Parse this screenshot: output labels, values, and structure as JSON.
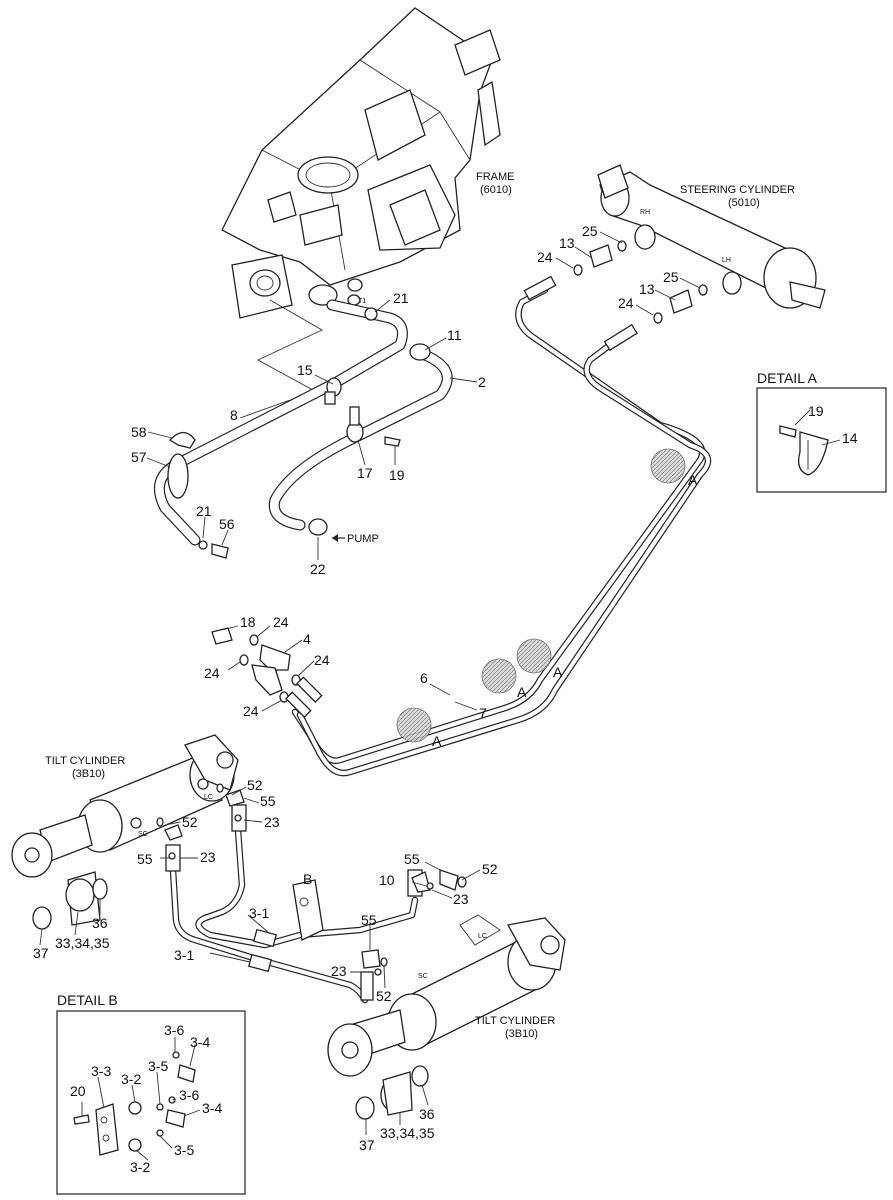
{
  "titles": {
    "frame": "FRAME",
    "frame_code": "(6010)",
    "steering": "STEERING CYLINDER",
    "steering_code": "(5010)",
    "tilt_upper": "TILT CYLINDER",
    "tilt_upper_code": "(3B10)",
    "tilt_lower": "TILT CYLINDER",
    "tilt_lower_code": "(3B10)",
    "detail_a": "DETAIL A",
    "detail_b": "DETAIL B",
    "pump": "PUMP"
  },
  "port_labels": {
    "t1": "T1",
    "rh": "RH",
    "lh": "LH",
    "lc_upper": "LC",
    "sc_upper": "SC",
    "lc_lower": "LC",
    "sc_lower": "SC"
  },
  "detail_marks": {
    "a1": "A",
    "a2": "A",
    "a3": "A",
    "a4": "A",
    "b": "B"
  },
  "callouts": {
    "c21a": "21",
    "c11": "11",
    "c2": "2",
    "c15": "15",
    "c8": "8",
    "c58": "58",
    "c57": "57",
    "c17": "17",
    "c19a": "19",
    "c21b": "21",
    "c56": "56",
    "c22": "22",
    "c13a": "13",
    "c25a": "25",
    "c24a": "24",
    "c25b": "25",
    "c13b": "13",
    "c24b": "24",
    "c19b": "19",
    "c14": "14",
    "c18": "18",
    "c24c": "24",
    "c4": "4",
    "c24d": "24",
    "c24e": "24",
    "c24f": "24",
    "c6": "6",
    "c7": "7",
    "c52a": "52",
    "c55a": "55",
    "c23a": "23",
    "c52b": "52",
    "c55b": "55",
    "c23b": "23",
    "c36a": "36",
    "c37a": "37",
    "c333435a": "33,34,35",
    "c31a": "3-1",
    "c31b": "3-1",
    "c55c": "55",
    "c52c": "52",
    "c10": "10",
    "c23c": "23",
    "c55d": "55",
    "c23d": "23",
    "c52d": "52",
    "c36b": "36",
    "c37b": "37",
    "c333435b": "33,34,35",
    "c36d": "3-6",
    "c34d": "3-4",
    "c35d": "3-5",
    "c32d": "3-2",
    "c33d": "3-3",
    "c20": "20",
    "c36e": "3-6",
    "c34e": "3-4",
    "c35e": "3-5",
    "c32e": "3-2"
  }
}
